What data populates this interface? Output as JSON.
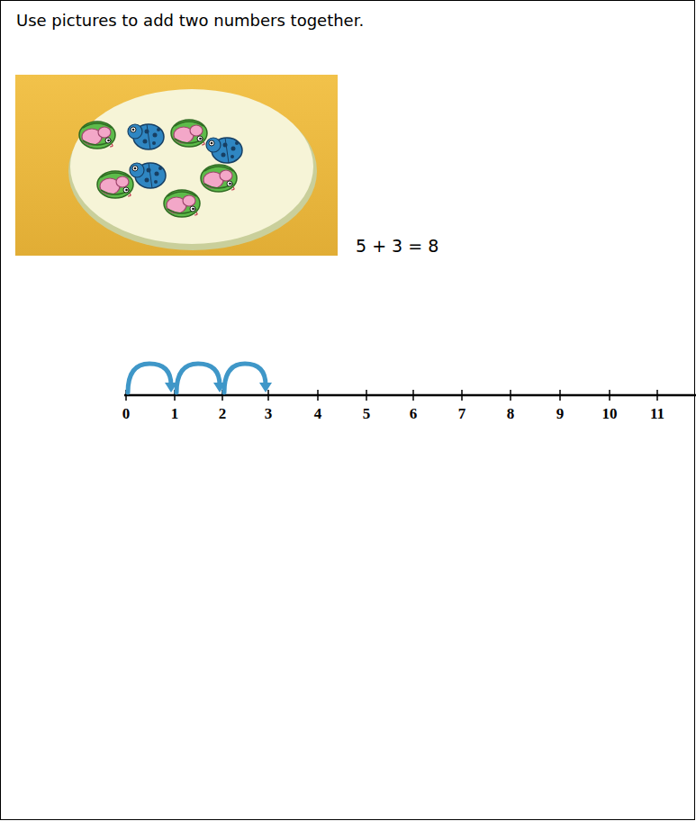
{
  "diagram": {
    "title": "Use pictures to add two numbers together.",
    "labels": [
      "5 + 3 = 8",
      "0",
      "1",
      "2",
      "3",
      "4",
      "5",
      "6",
      "7",
      "8",
      "9",
      "10",
      "11"
    ]
  }
}
